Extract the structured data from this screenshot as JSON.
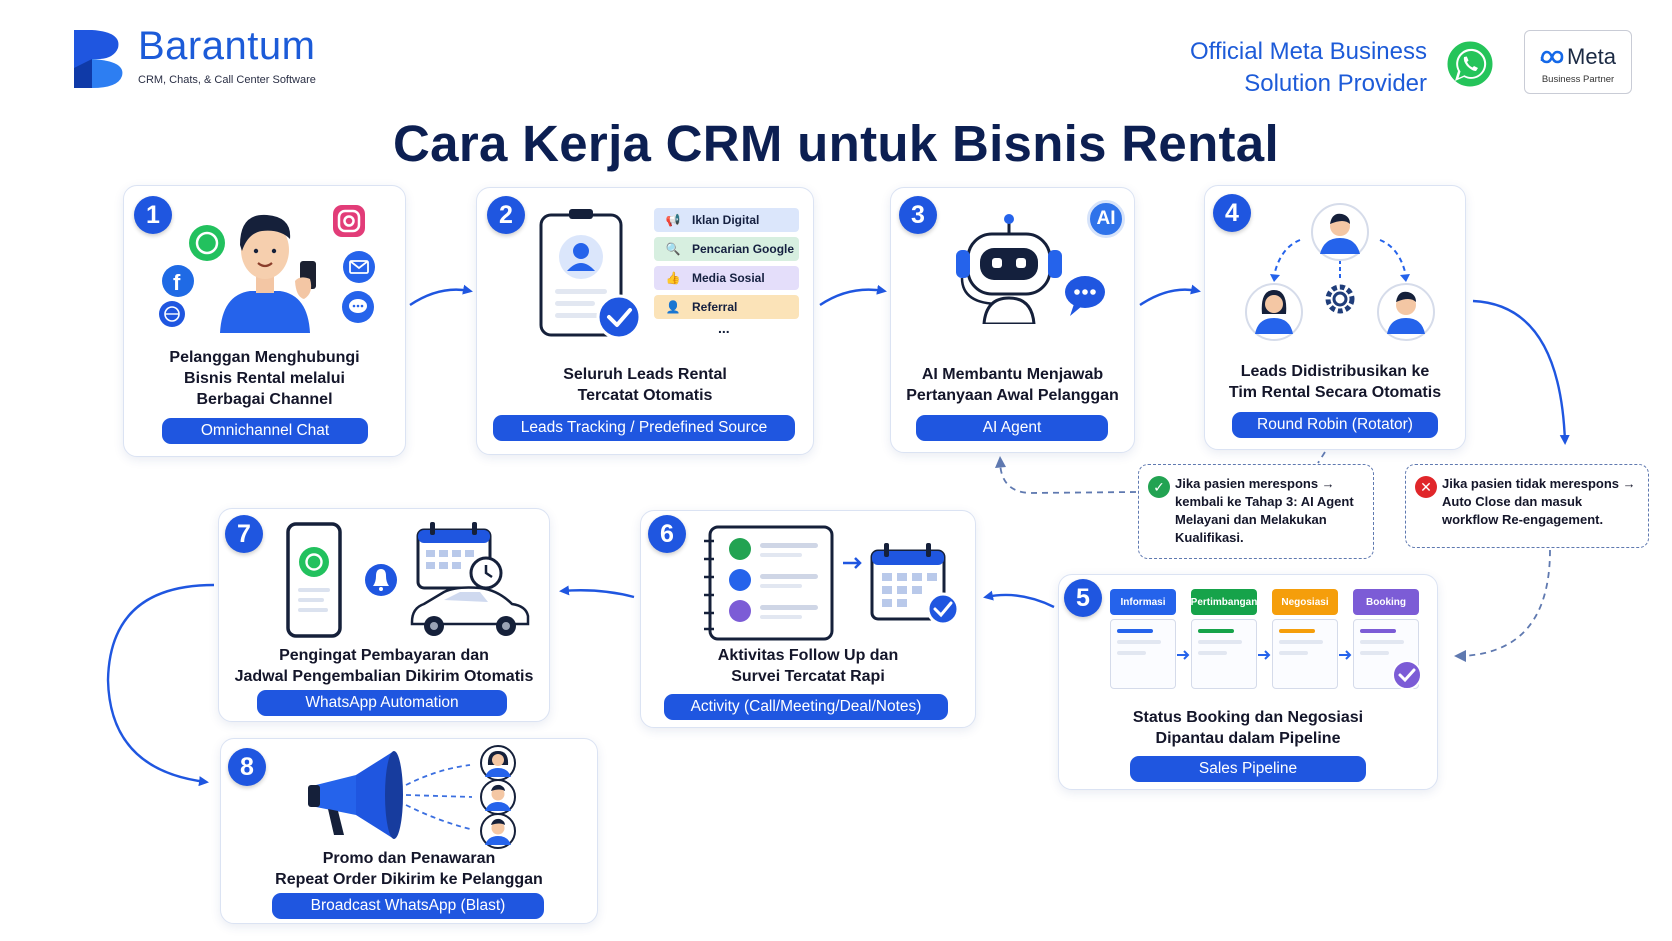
{
  "brand": {
    "name": "Barantum",
    "tagline": "CRM, Chats, & Call Center Software"
  },
  "provider": {
    "line1": "Official Meta Business",
    "line2": "Solution Provider"
  },
  "meta_badge": {
    "logo_text": "Meta",
    "subtitle": "Business Partner"
  },
  "title": "Cara Kerja CRM untuk Bisnis Rental",
  "steps": [
    {
      "num": "1",
      "title": [
        "Pelanggan Menghubungi",
        "Bisnis Rental melalui",
        "Berbagai Channel"
      ],
      "pill": "Omnichannel Chat"
    },
    {
      "num": "2",
      "title": [
        "Seluruh Leads Rental",
        "Tercatat Otomatis"
      ],
      "pill": "Leads Tracking / Predefined Source",
      "sources": [
        "Iklan Digital",
        "Pencarian Google",
        "Media Sosial",
        "Referral"
      ],
      "more": "..."
    },
    {
      "num": "3",
      "title": [
        "AI Membantu Menjawab",
        "Pertanyaan Awal Pelanggan"
      ],
      "pill": "AI Agent",
      "ai_badge": "AI"
    },
    {
      "num": "4",
      "title": [
        "Leads Didistribusikan ke",
        "Tim Rental Secara Otomatis"
      ],
      "pill": "Round Robin (Rotator)"
    },
    {
      "num": "5",
      "title": [
        "Status Booking dan Negosiasi",
        "Dipantau dalam Pipeline"
      ],
      "pill": "Sales Pipeline",
      "stages": [
        "Informasi",
        "Pertimbangan",
        "Negosiasi",
        "Booking"
      ]
    },
    {
      "num": "6",
      "title": [
        "Aktivitas Follow Up dan",
        "Survei Tercatat Rapi"
      ],
      "pill": "Activity (Call/Meeting/Deal/Notes)"
    },
    {
      "num": "7",
      "title": [
        "Pengingat Pembayaran dan",
        "Jadwal Pengembalian Dikirim Otomatis"
      ],
      "pill": "WhatsApp Automation"
    },
    {
      "num": "8",
      "title": [
        "Promo dan Penawaran",
        "Repeat Order Dikirim ke Pelanggan"
      ],
      "pill": "Broadcast WhatsApp (Blast)"
    }
  ],
  "notes": {
    "yes": [
      "Jika pasien merespons →",
      "kembali ke Tahap 3: AI Agent",
      "Melayani dan Melakukan",
      "Kualifikasi."
    ],
    "no": [
      "Jika pasien tidak merespons →",
      "Auto Close dan masuk",
      "workflow Re-engagement."
    ]
  },
  "colors": {
    "primary": "#1f56e0",
    "stage_informasi": "#2563eb",
    "stage_pertimbangan": "#16a34a",
    "stage_negosiasi": "#f59e0b",
    "stage_booking": "#7c5cd6",
    "src_iklan": "#dbe6fb",
    "src_google": "#d7efe0",
    "src_sosial": "#e4defa",
    "src_referral": "#fbe3b8"
  }
}
